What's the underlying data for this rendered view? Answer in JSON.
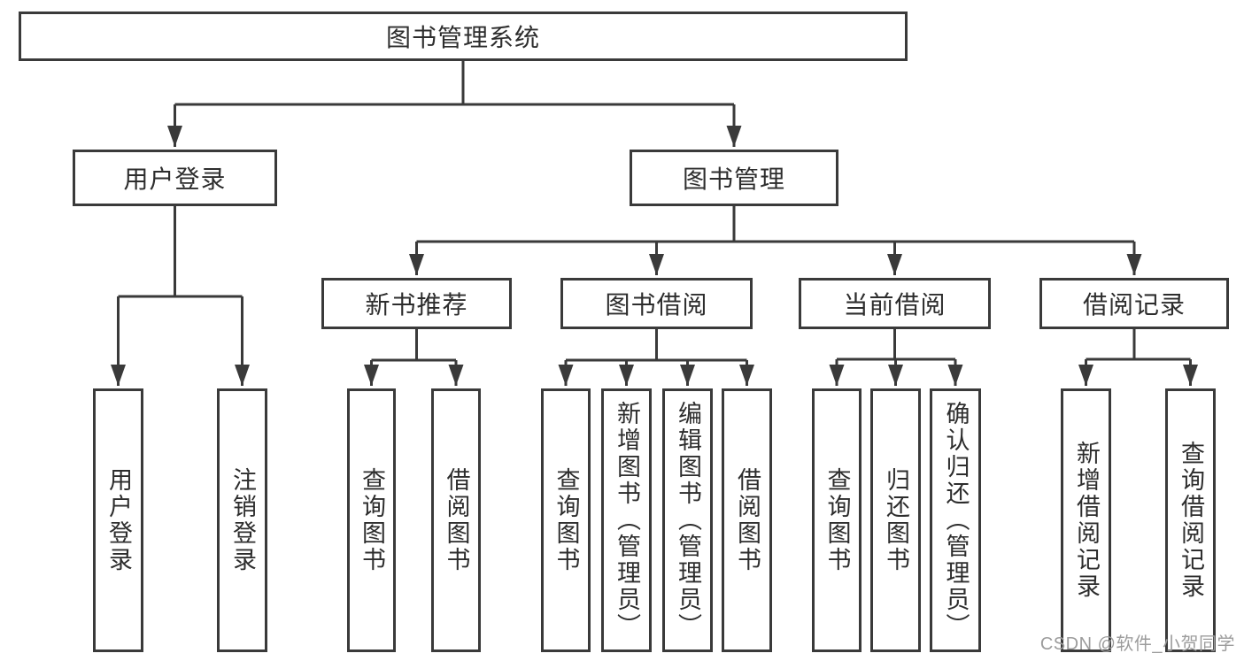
{
  "tree": {
    "root": "图书管理系统",
    "branches": [
      {
        "label": "用户登录",
        "children": [
          "用户登录",
          "注销登录"
        ]
      },
      {
        "label": "图书管理",
        "children": [
          {
            "label": "新书推荐",
            "children": [
              "查询图书",
              "借阅图书"
            ]
          },
          {
            "label": "图书借阅",
            "children": [
              "查询图书",
              "新增图书（管理员）",
              "编辑图书（管理员）",
              "借阅图书"
            ]
          },
          {
            "label": "当前借阅",
            "children": [
              "查询图书",
              "归还图书",
              "确认归还（管理员）"
            ]
          },
          {
            "label": "借阅记录",
            "children": [
              "新增借阅记录",
              "查询借阅记录"
            ]
          }
        ]
      }
    ]
  },
  "watermark": "CSDN @软件_小贺同学",
  "colors": {
    "line": "#3a3a3a",
    "box_border": "#3a3a3a",
    "box_fill": "#ffffff",
    "text": "#2d2d2d",
    "watermark": "#9c9c9c",
    "background": "#ffffff"
  }
}
